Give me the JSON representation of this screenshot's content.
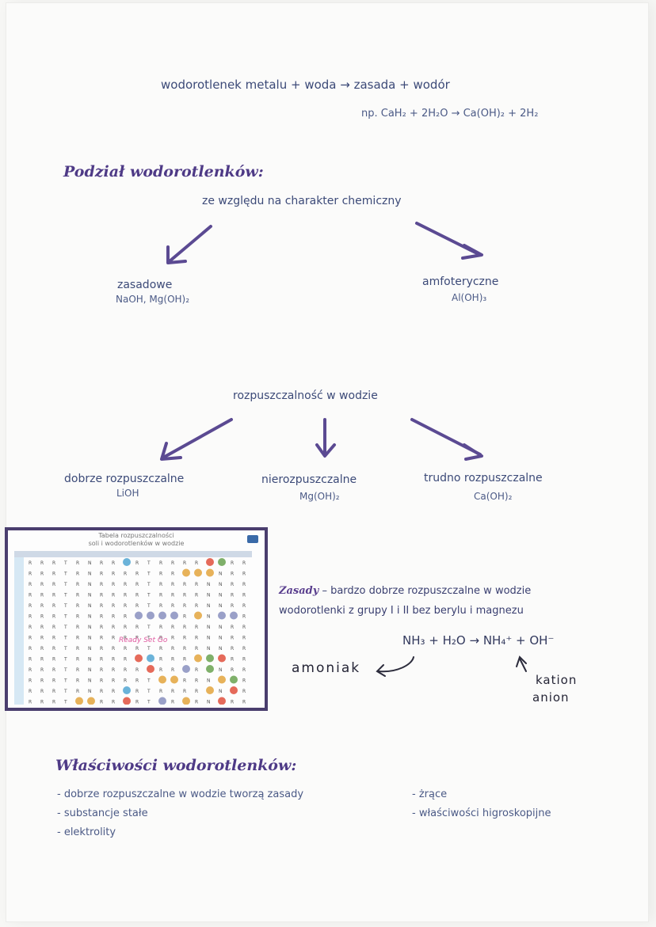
{
  "reaction": {
    "general": "wodorotlenek metalu + woda → zasada + wodór",
    "example": "np. CaH₂ + 2H₂O → Ca(OH)₂ + 2H₂"
  },
  "section1": {
    "heading": "Podział wodorotlenków:",
    "criterion1": "ze względu na charakter chemiczny",
    "left_label": "zasadowe",
    "left_formula": "NaOH, Mg(OH)₂",
    "right_label": "amfoteryczne",
    "right_formula": "Al(OH)₃",
    "criterion2": "rozpuszczalność w wodzie",
    "c1_label": "dobrze rozpuszczalne",
    "c1_formula": "LiOH",
    "c2_label": "nierozpuszczalne",
    "c2_formula": "Mg(OH)₂",
    "c3_label": "trudno rozpuszczalne",
    "c3_formula": "Ca(OH)₂"
  },
  "table_image": {
    "title_line1": "Tabela rozpuszczalności",
    "title_line2": "soli i wodorotlenków w wodzie",
    "stamp": "Ready Set Go",
    "cell_letters": [
      "R",
      "R",
      "R",
      "R",
      "T",
      "R",
      "N",
      "R",
      "R",
      "R",
      "R",
      "T",
      "R",
      "R",
      "R",
      "R",
      "N",
      "N",
      "R",
      "R"
    ]
  },
  "notes": {
    "zasady_word": "Zasady",
    "zasady_rest": " – bardzo dobrze rozpuszczalne w wodzie",
    "line2": "wodorotlenki z grupy I i II bez berylu i magnezu",
    "equation": "NH₃ + H₂O → NH₄⁺ + OH⁻",
    "amoniak": "amoniak",
    "kation": "kation",
    "anion": "anion"
  },
  "section2": {
    "heading": "Właściwości wodorotlenków:",
    "left_items": [
      "- dobrze rozpuszczalne w wodzie tworzą zasady",
      "- substancje stałe",
      "- elektrolity"
    ],
    "right_items": [
      "- żrące",
      "- właściwości higroskopijne"
    ]
  },
  "colors": {
    "ink": "#3c4a78",
    "heading": "#4e3a86",
    "arrow": "#5b4a92",
    "frame": "#4a3e6e"
  }
}
